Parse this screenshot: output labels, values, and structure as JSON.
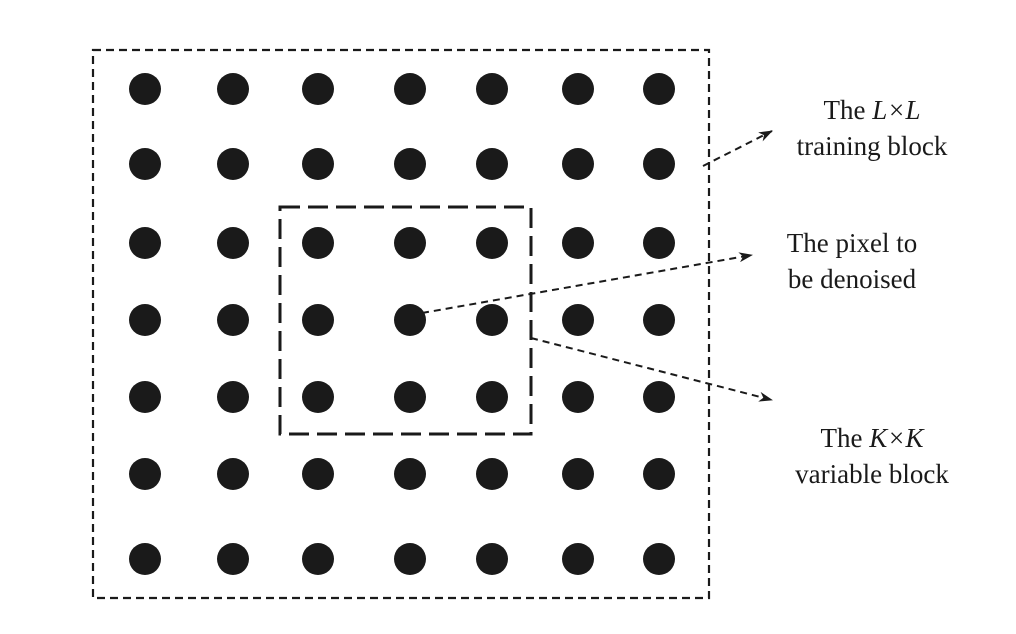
{
  "grid": {
    "rows": 7,
    "cols": 7,
    "dot_color": "#1a1a1a"
  },
  "inner_block": {
    "row_start": 2,
    "row_end": 4,
    "col_start": 2,
    "col_end": 4
  },
  "target_pixel": {
    "row": 3,
    "col": 3
  },
  "labels": {
    "training": {
      "line1_prefix": "The ",
      "line1_var": "L×L",
      "line2": "training block"
    },
    "pixel": {
      "line1": "The pixel to",
      "line2": "be denoised"
    },
    "variable": {
      "line1_prefix": "The ",
      "line1_var": "K×K",
      "line2": "variable block"
    }
  },
  "colors": {
    "stroke": "#1a1a1a",
    "background": "#ffffff"
  }
}
